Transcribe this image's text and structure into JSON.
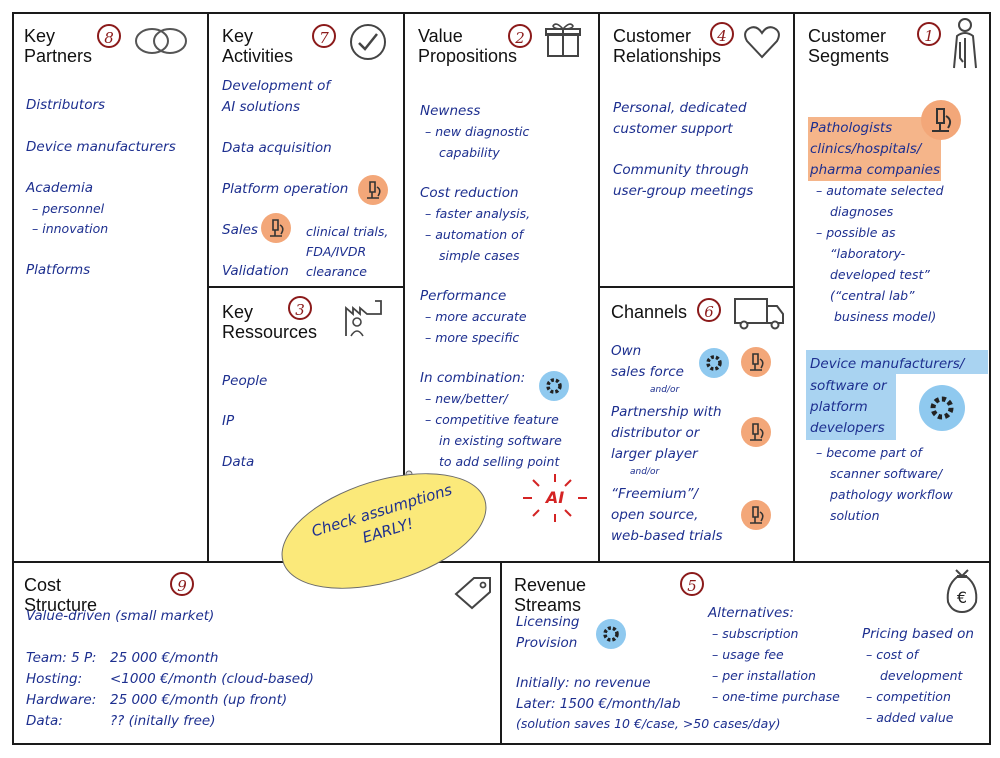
{
  "sections": {
    "key_partners": {
      "title": "Key\nPartners",
      "num": "8",
      "items": [
        "Distributors",
        "Device manufacturers",
        "Academia",
        "– personnel",
        "– innovation",
        "Platforms"
      ]
    },
    "key_activities": {
      "title": "Key\nActivities",
      "num": "7",
      "items": [
        "Development of",
        "AI solutions",
        "Data acquisition",
        "Platform operation",
        "Sales",
        "Validation",
        "clinical trials,",
        "FDA/IVDR",
        "clearance"
      ]
    },
    "value_propositions": {
      "title": "Value\nPropositions",
      "num": "2",
      "items": [
        "Newness",
        "– new diagnostic",
        "capability",
        "Cost reduction",
        "– faster analysis,",
        "– automation of",
        "simple cases",
        "Performance",
        "– more accurate",
        "– more specific",
        "In combination:",
        "– new/better/",
        "– competitive feature",
        "in existing software",
        "to add selling point"
      ]
    },
    "customer_relationships": {
      "title": "Customer\nRelationships",
      "num": "4",
      "items": [
        "Personal, dedicated",
        "customer support",
        "Community through",
        "user-group meetings"
      ]
    },
    "customer_segments": {
      "title": "Customer\nSegments",
      "num": "1",
      "items": [
        "Pathologists",
        "clinics/hospitals/",
        "pharma companies",
        "– automate selected",
        "diagnoses",
        "– possible as",
        "“laboratory-",
        "developed test”",
        "(“central lab”",
        "business model)",
        "Device manufacturers/",
        "software or",
        "platform",
        "developers",
        "– become part of",
        "scanner software/",
        "pathology workflow",
        "solution"
      ]
    },
    "key_resources": {
      "title": "Key\nRessources",
      "num": "3",
      "items": [
        "People",
        "IP",
        "Data"
      ]
    },
    "channels": {
      "title": "Channels",
      "num": "6",
      "items": [
        "Own",
        "sales force",
        "and/or",
        "Partnership with",
        "distributor or",
        "larger player",
        "and/or",
        "“Freemium”/",
        "open source,",
        "web-based trials"
      ]
    },
    "cost_structure": {
      "title": "Cost Structure",
      "num": "9",
      "items": [
        "Value-driven (small market)",
        "Team: 5 P:",
        "25 000 €/month",
        "Hosting:",
        "<1000 €/month (cloud-based)",
        "Hardware:",
        "25 000 €/month (up front)",
        "Data:",
        "?? (initally free)"
      ]
    },
    "revenue_streams": {
      "title": "Revenue Streams",
      "num": "5",
      "items": [
        "Licensing",
        "Provision",
        "Initially: no revenue",
        "Later: 1500 €/month/lab",
        "(solution saves 10 €/case, >50 cases/day)",
        "Alternatives:",
        "– subscription",
        "– usage fee",
        "– per installation",
        "– one-time purchase",
        "Pricing based on",
        "– cost of",
        "development",
        "– competition",
        "– added value"
      ]
    }
  },
  "callout": {
    "line1": "Check assumptions",
    "line2": "EARLY!"
  },
  "ai_label": "AI",
  "euro_symbol": "€",
  "colors": {
    "ink": "#1d2f8f",
    "number": "#8b1a1a",
    "highlight_orange": "#f5b58a",
    "highlight_blue": "#a9d3f1",
    "callout": "#fbe97a",
    "ai": "#d42424"
  }
}
